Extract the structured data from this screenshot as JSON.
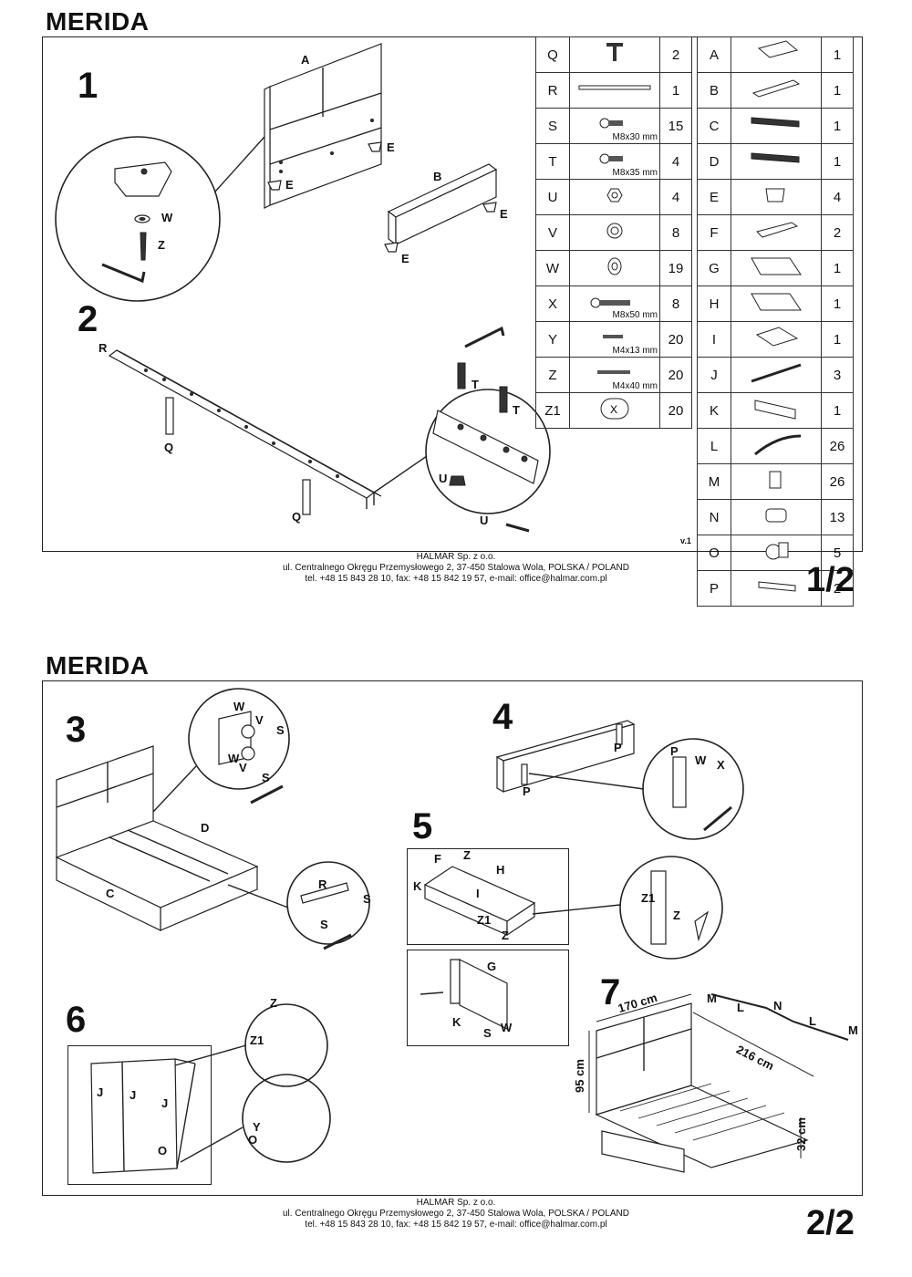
{
  "page1": {
    "title": "MERIDA",
    "steps": [
      "1",
      "2"
    ],
    "labels": {
      "A": "A",
      "B": "B",
      "E": "E",
      "W": "W",
      "Z": "Z",
      "R": "R",
      "Q": "Q",
      "T": "T",
      "U": "U"
    },
    "version": "v.1",
    "page_number": "1/2"
  },
  "parts_left": [
    {
      "code": "Q",
      "spec": "",
      "qty": "2",
      "icon": "leg-icon"
    },
    {
      "code": "R",
      "spec": "",
      "qty": "1",
      "icon": "rail-icon"
    },
    {
      "code": "S",
      "spec": "M8x30 mm",
      "qty": "15",
      "icon": "bolt-icon"
    },
    {
      "code": "T",
      "spec": "M8x35 mm",
      "qty": "4",
      "icon": "bolt-icon"
    },
    {
      "code": "U",
      "spec": "",
      "qty": "4",
      "icon": "nut-icon"
    },
    {
      "code": "V",
      "spec": "",
      "qty": "8",
      "icon": "spring-washer-icon"
    },
    {
      "code": "W",
      "spec": "",
      "qty": "19",
      "icon": "washer-icon"
    },
    {
      "code": "X",
      "spec": "M8x50 mm",
      "qty": "8",
      "icon": "long-bolt-icon"
    },
    {
      "code": "Y",
      "spec": "M4x13 mm",
      "qty": "20",
      "icon": "screw-icon"
    },
    {
      "code": "Z",
      "spec": "M4x40 mm",
      "qty": "20",
      "icon": "long-screw-icon"
    },
    {
      "code": "Z1",
      "spec": "",
      "qty": "20",
      "icon": "cam-lock-icon"
    }
  ],
  "parts_right": [
    {
      "code": "A",
      "qty": "1",
      "icon": "headboard-icon"
    },
    {
      "code": "B",
      "qty": "1",
      "icon": "footboard-icon"
    },
    {
      "code": "C",
      "qty": "1",
      "icon": "side-rail-icon"
    },
    {
      "code": "D",
      "qty": "1",
      "icon": "side-rail-icon"
    },
    {
      "code": "E",
      "qty": "4",
      "icon": "foot-icon"
    },
    {
      "code": "F",
      "qty": "2",
      "icon": "drawer-side-icon"
    },
    {
      "code": "G",
      "qty": "1",
      "icon": "panel-icon"
    },
    {
      "code": "H",
      "qty": "1",
      "icon": "panel-icon"
    },
    {
      "code": "I",
      "qty": "1",
      "icon": "drawer-bottom-icon"
    },
    {
      "code": "J",
      "qty": "3",
      "icon": "strip-icon"
    },
    {
      "code": "K",
      "qty": "1",
      "icon": "drawer-back-icon"
    },
    {
      "code": "L",
      "qty": "26",
      "icon": "slat-icon"
    },
    {
      "code": "M",
      "qty": "26",
      "icon": "slat-holder-icon"
    },
    {
      "code": "N",
      "qty": "13",
      "icon": "center-holder-icon"
    },
    {
      "code": "O",
      "qty": "5",
      "icon": "wheel-icon"
    },
    {
      "code": "P",
      "qty": "2",
      "icon": "bracket-icon"
    }
  ],
  "footer": {
    "company": "HALMAR Sp. z o.o.",
    "address": "ul. Centralnego Okręgu Przemysłowego 2, 37-450 Stalowa Wola, POLSKA / POLAND",
    "contact": "tel. +48 15 843 28 10, fax: +48 15 842 19 57, e-mail: office@halmar.com.pl"
  },
  "page2": {
    "title": "MERIDA",
    "steps": [
      "3",
      "4",
      "5",
      "6",
      "7"
    ],
    "labels": {
      "W": "W",
      "V": "V",
      "S": "S",
      "D": "D",
      "C": "C",
      "R": "R",
      "P": "P",
      "X": "X",
      "F": "F",
      "Z": "Z",
      "H": "H",
      "K": "K",
      "I": "I",
      "Z1": "Z1",
      "G": "G",
      "J": "J",
      "O": "O",
      "Y": "Y",
      "M": "M",
      "L": "L",
      "N": "N"
    },
    "dimensions": {
      "width": "170 cm",
      "length": "216 cm",
      "height": "95 cm",
      "side_height": "32 cm"
    },
    "page_number": "2/2"
  }
}
